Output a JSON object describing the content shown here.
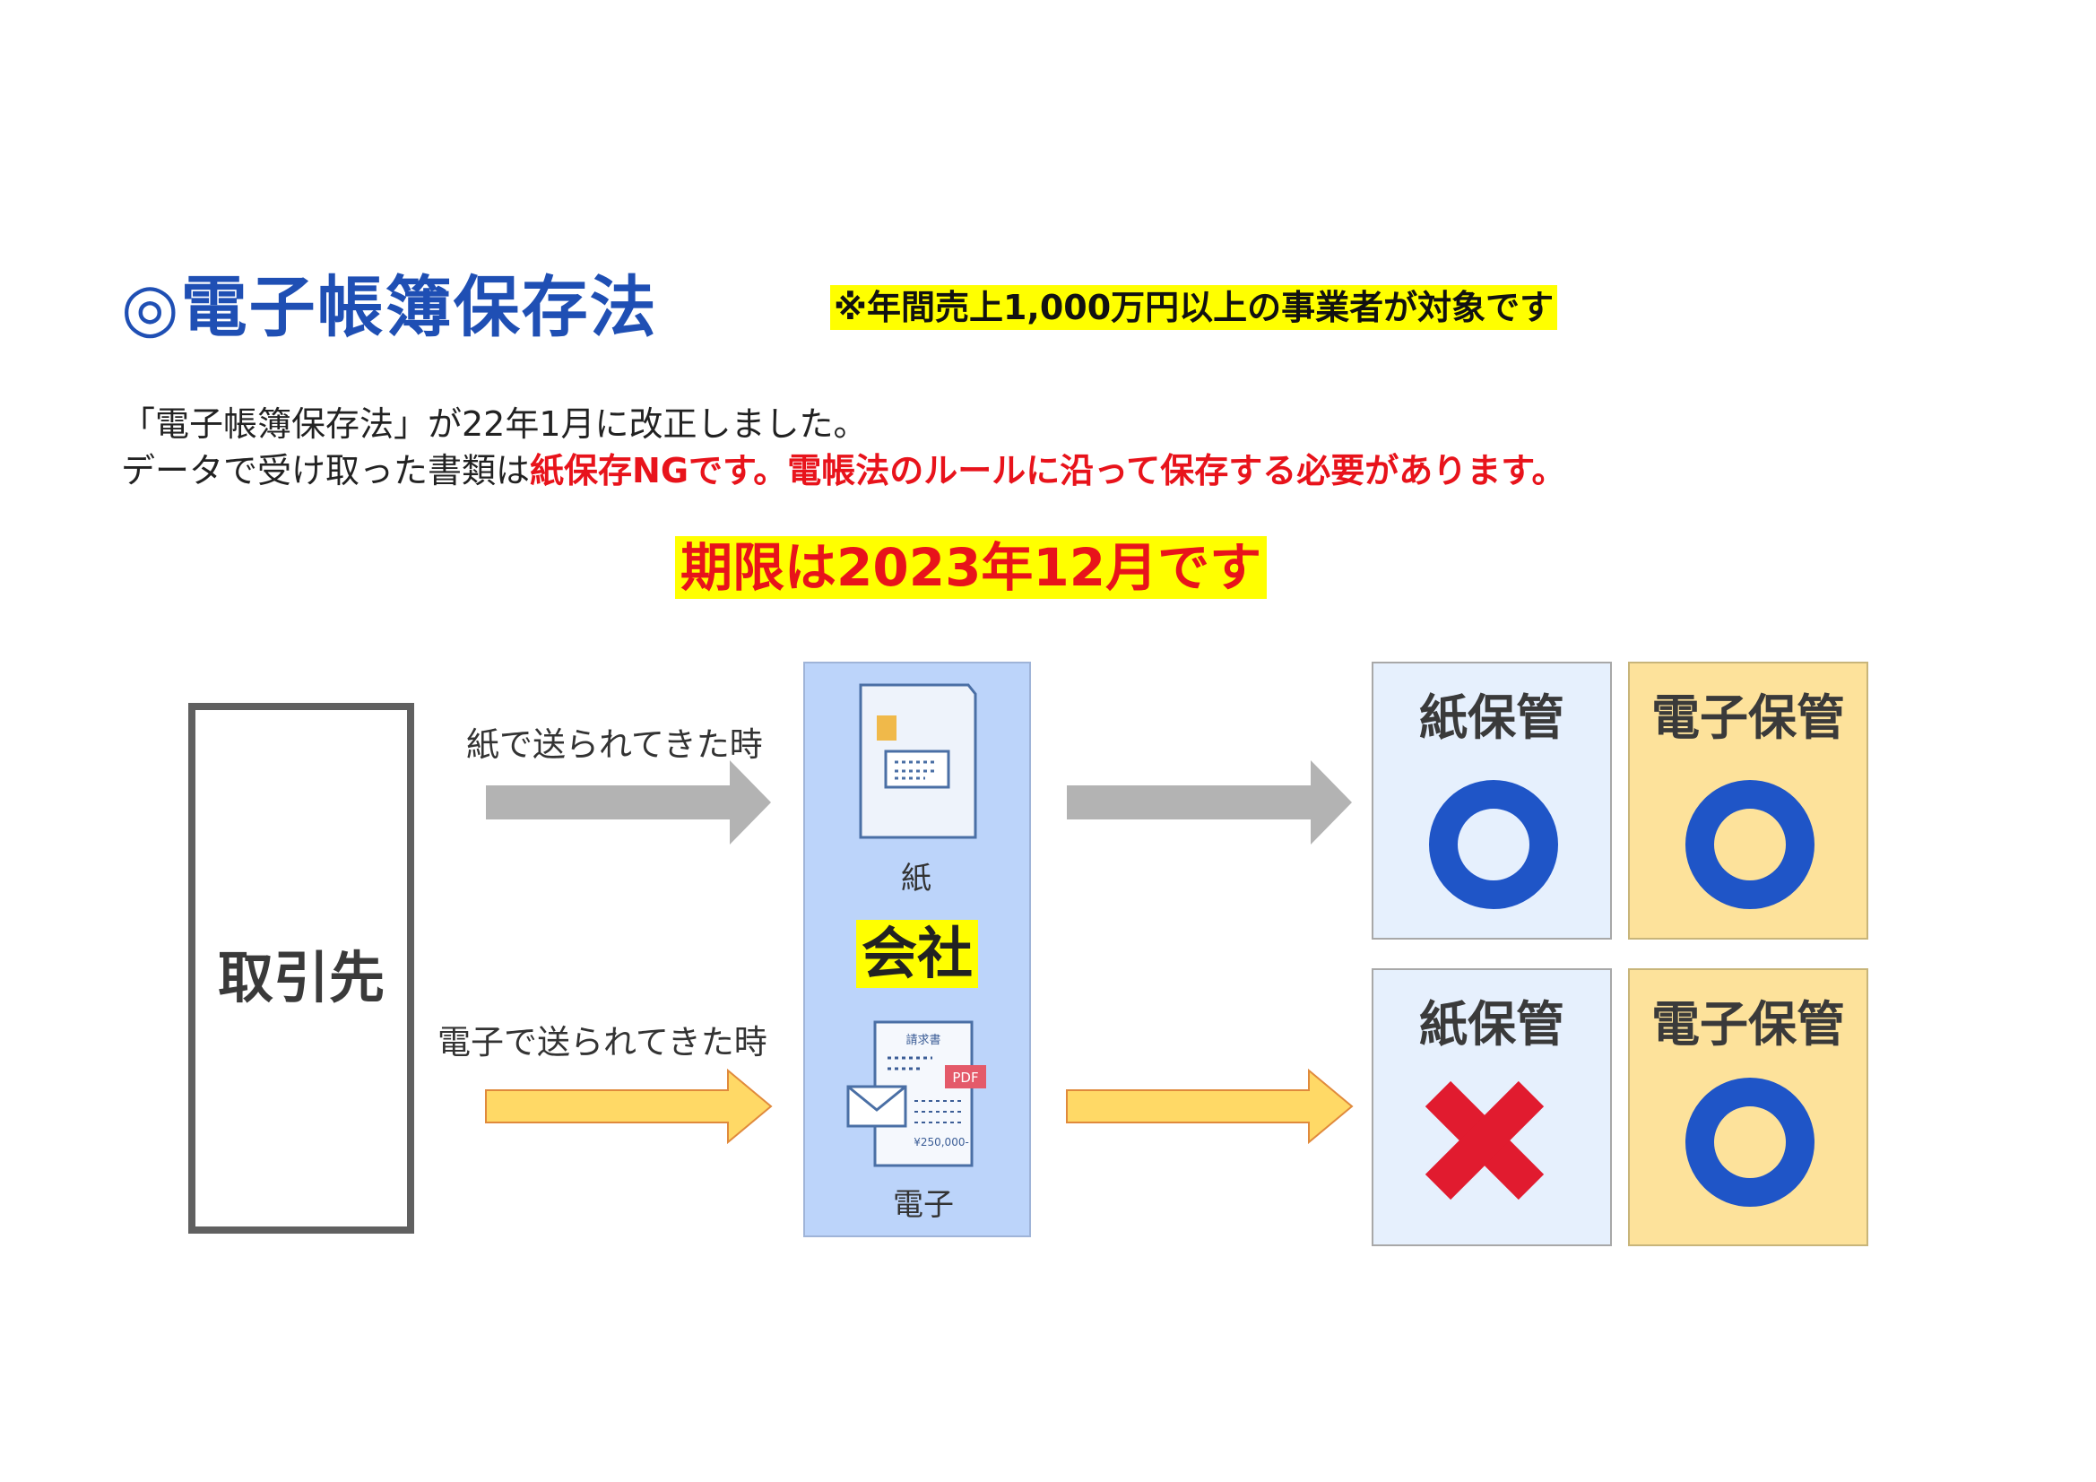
{
  "header": {
    "title": "◎電子帳簿保存法",
    "note": "※年間売上1,000万円以上の事業者が対象です"
  },
  "intro": {
    "line1": "「電子帳簿保存法」が22年1月に改正しました。",
    "line2_plain": "データで受け取った書類は",
    "line2_red": "紙保存NGです。電帳法のルールに沿って保存する必要があります。"
  },
  "deadline": "期限は2023年12月です",
  "diagram": {
    "partner_label": "取引先",
    "flow_paper_label": "紙で送られてきた時",
    "flow_digital_label": "電子で送られてきた時",
    "company_label": "会社",
    "paper_doc_caption": "紙",
    "digital_doc_caption": "電子",
    "invoice_title": "請求書",
    "invoice_amount": "¥250,000-",
    "pdf_badge": "PDF",
    "colors": {
      "paper_arrow": "#b3b3b3",
      "digital_arrow": "#ffd966",
      "circle": "#1f55c7",
      "cross": "#e11b2f"
    },
    "results": [
      {
        "title": "紙保管",
        "mark": "circle-icon"
      },
      {
        "title": "電子保管",
        "mark": "circle-icon"
      },
      {
        "title": "紙保管",
        "mark": "cross-icon"
      },
      {
        "title": "電子保管",
        "mark": "circle-icon"
      }
    ]
  }
}
